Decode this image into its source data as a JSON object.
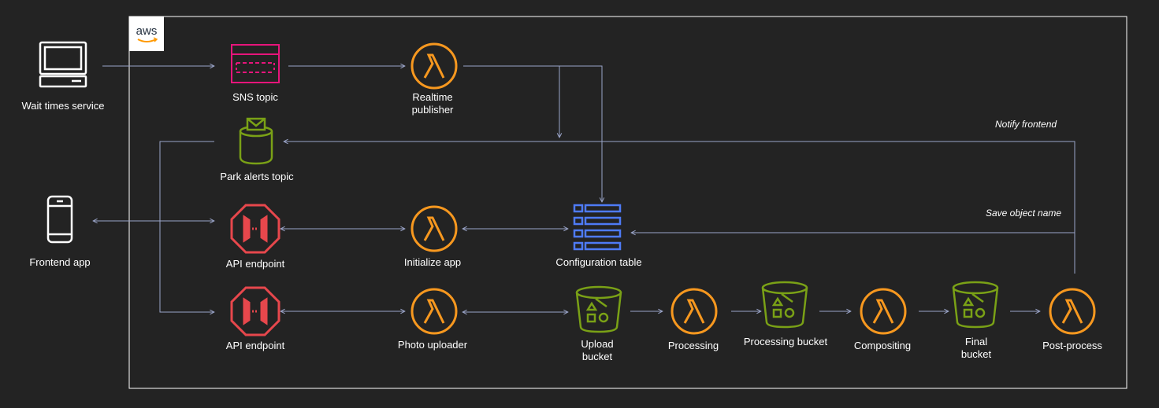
{
  "brand": {
    "logo_text": "aws"
  },
  "colors": {
    "background": "#232323",
    "frame": "#ffffff",
    "arrow": "#9aa4c8",
    "lambda": "#f7981f",
    "sns": "#e7157b",
    "sns_alerts": "#7aa116",
    "s3": "#7aa116",
    "api_gateway": "#e7474c",
    "dynamodb": "#4e7bf6",
    "device": "#ffffff"
  },
  "nodes": {
    "wait_times_service": {
      "label": "Wait times service",
      "icon": "desktop-computer-icon"
    },
    "frontend_app": {
      "label": "Frontend app",
      "icon": "mobile-phone-icon"
    },
    "sns_topic": {
      "label": "SNS topic",
      "icon": "sns-topic-icon"
    },
    "park_alerts_topic": {
      "label": "Park alerts topic",
      "icon": "sns-alerts-icon"
    },
    "api_endpoint_1": {
      "label": "API endpoint",
      "icon": "api-gateway-icon"
    },
    "api_endpoint_2": {
      "label": "API endpoint",
      "icon": "api-gateway-icon"
    },
    "realtime_publisher": {
      "label": "Realtime\npublisher",
      "icon": "lambda-icon"
    },
    "initialize_app": {
      "label": "Initialize app",
      "icon": "lambda-icon"
    },
    "photo_uploader": {
      "label": "Photo uploader",
      "icon": "lambda-icon"
    },
    "configuration_table": {
      "label": "Configuration table",
      "icon": "dynamodb-table-icon"
    },
    "upload_bucket": {
      "label": "Upload\nbucket",
      "icon": "s3-bucket-icon"
    },
    "processing": {
      "label": "Processing",
      "icon": "lambda-icon"
    },
    "processing_bucket": {
      "label": "Processing bucket",
      "icon": "s3-bucket-icon"
    },
    "compositing": {
      "label": "Compositing",
      "icon": "lambda-icon"
    },
    "final_bucket": {
      "label": "Final\nbucket",
      "icon": "s3-bucket-icon"
    },
    "post_process": {
      "label": "Post-process",
      "icon": "lambda-icon"
    }
  },
  "notes": {
    "notify_frontend": "Notify frontend",
    "save_object_name": "Save object name"
  }
}
